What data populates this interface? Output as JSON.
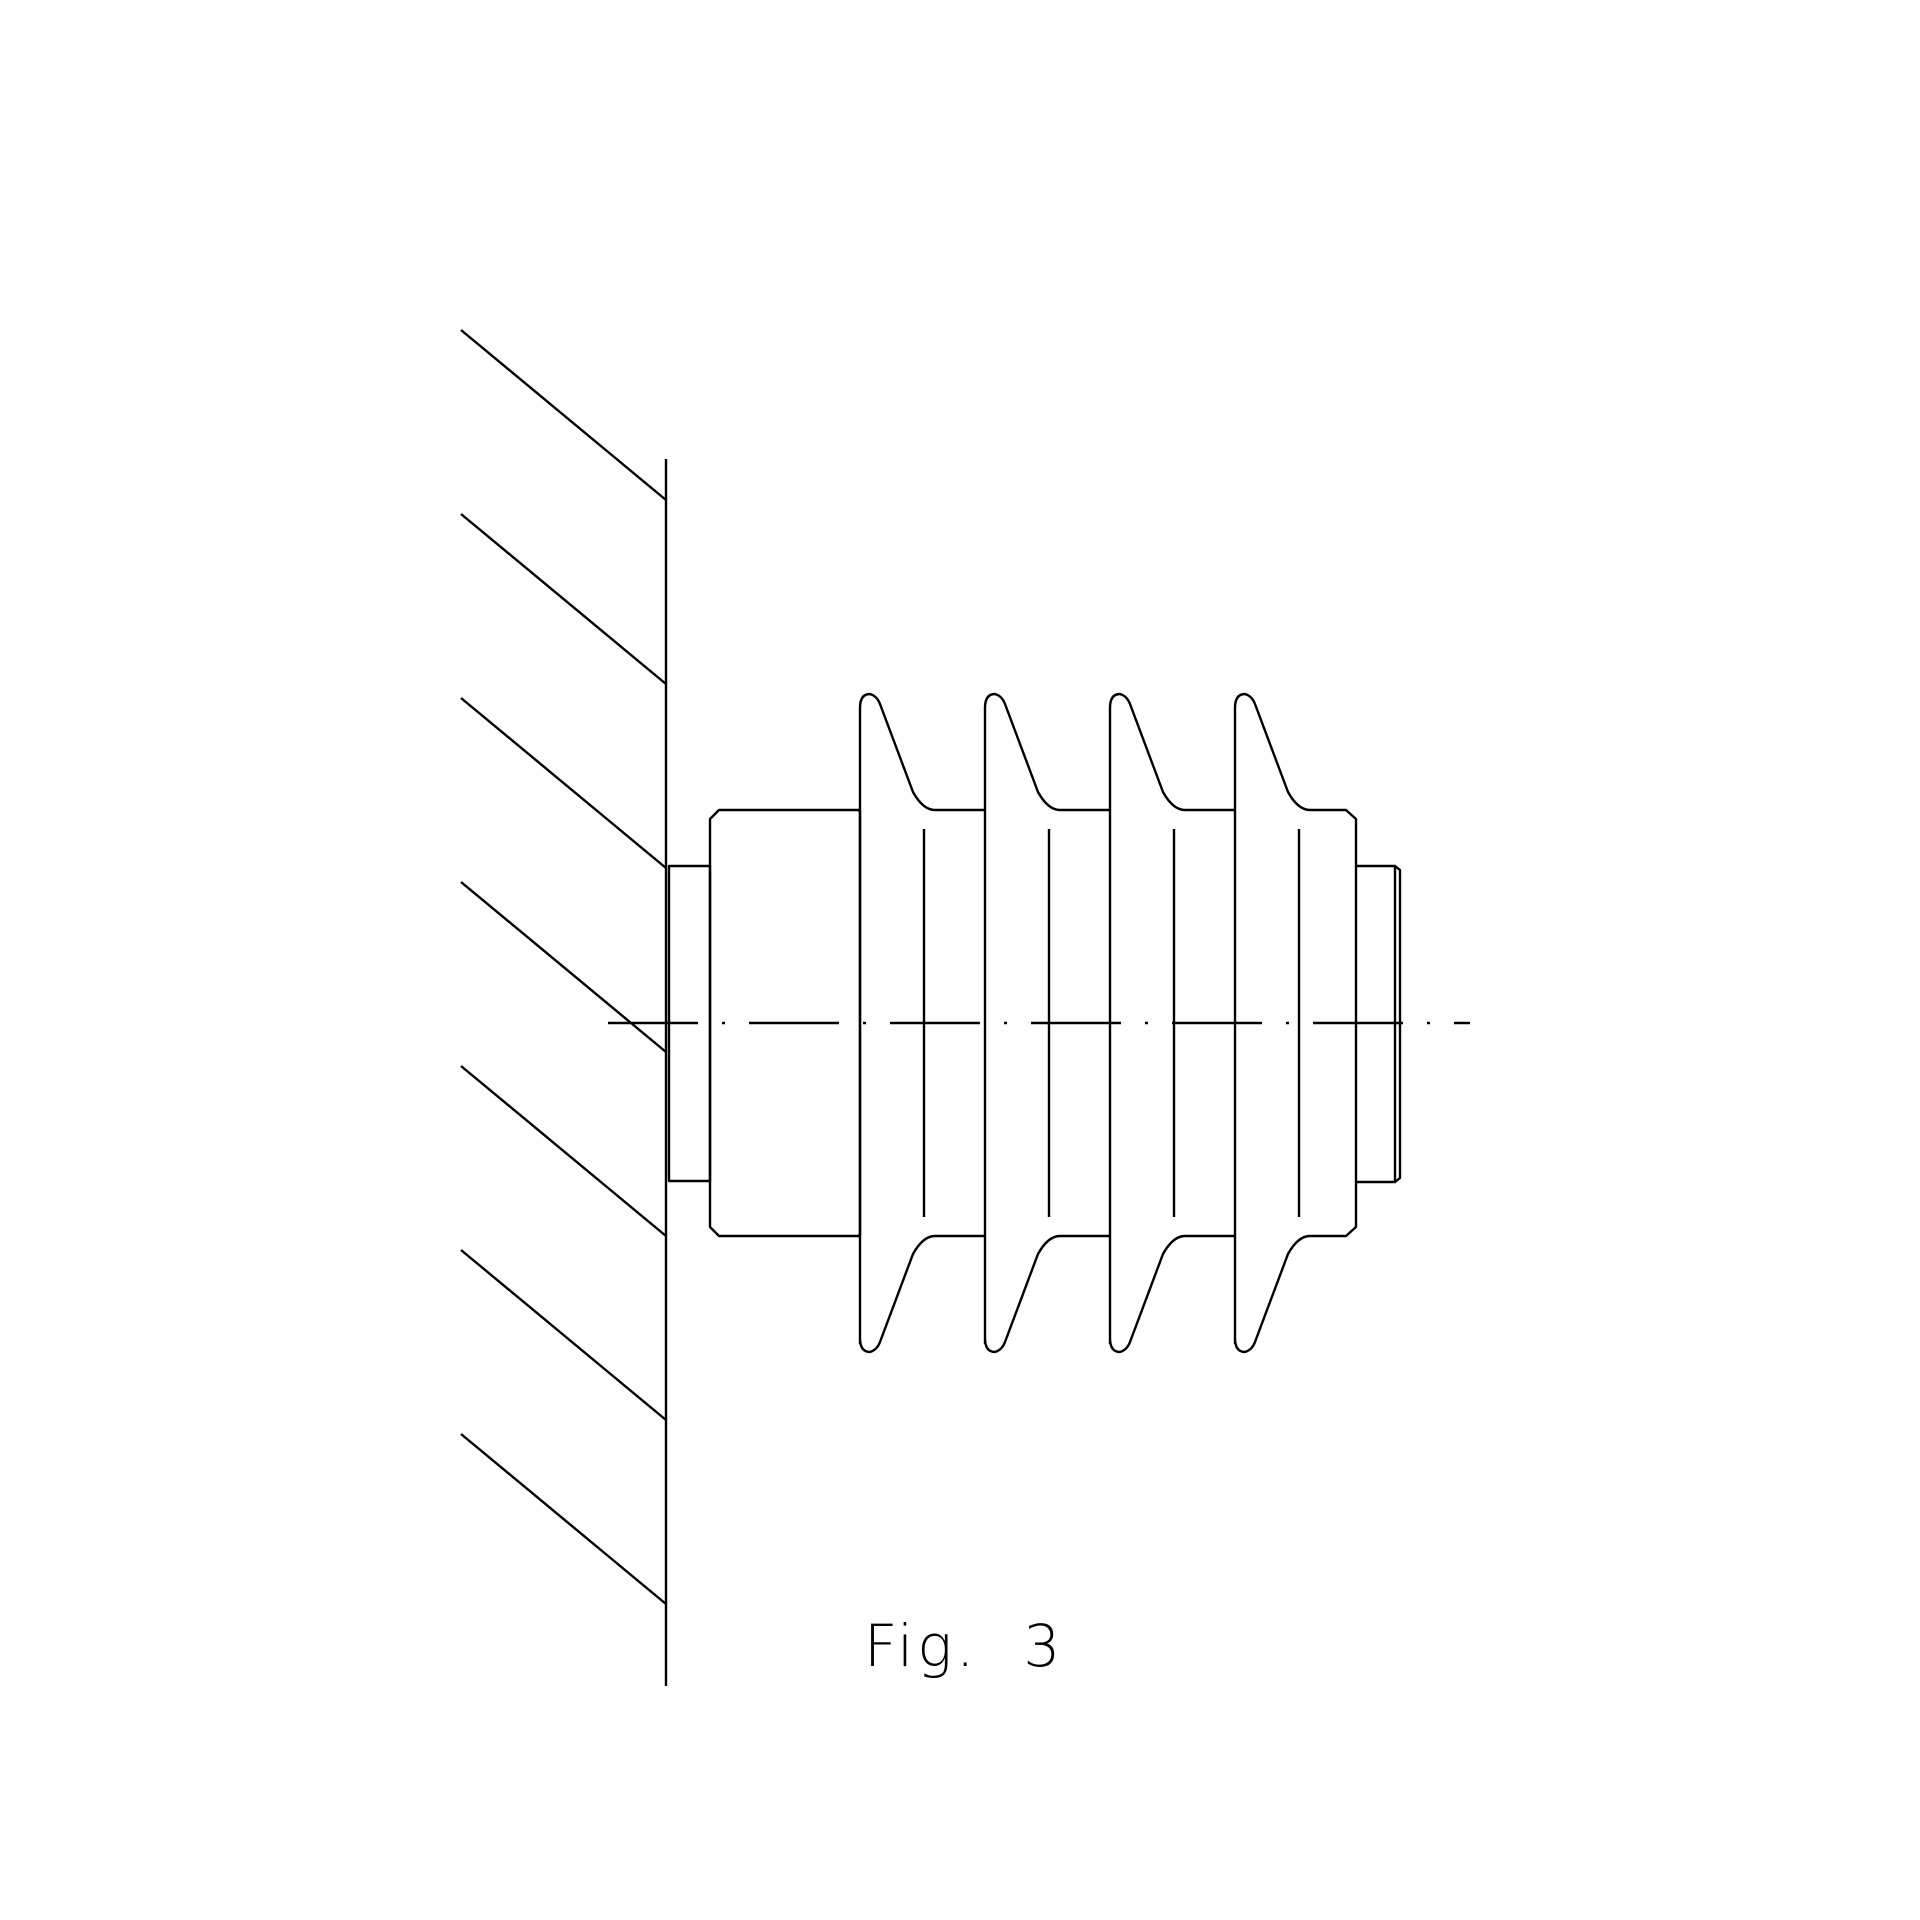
{
  "figure": {
    "caption": "Fig.  3"
  },
  "colors": {
    "background": "#ffffff",
    "line": "#000000"
  },
  "drawing": {
    "wall_hatch_lines": 7,
    "insulator_sheds": 4
  }
}
